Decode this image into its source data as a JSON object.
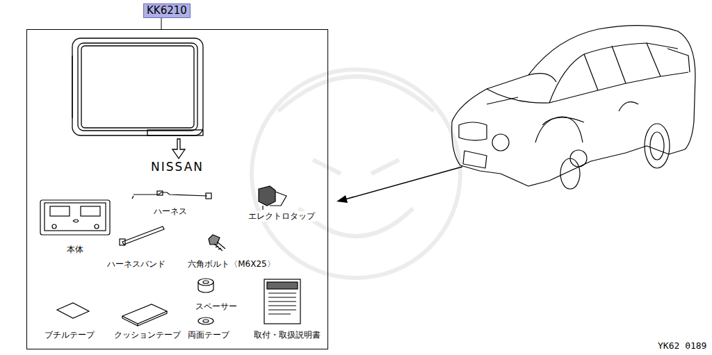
{
  "diagram": {
    "nodes": [
      {
        "text": [
          "KK6210"
        ]
      }
    ],
    "labels": [
      "NISSAN",
      "ハーネス",
      "エレクトロタップ",
      "本体",
      "ハーネスバンド",
      "六角ボルト〈M6X25〉",
      "スペーサー",
      "ブチルテープ",
      "クッションテープ",
      "両面テープ",
      "取付・取扱説明書",
      "YK62 0189"
    ]
  }
}
